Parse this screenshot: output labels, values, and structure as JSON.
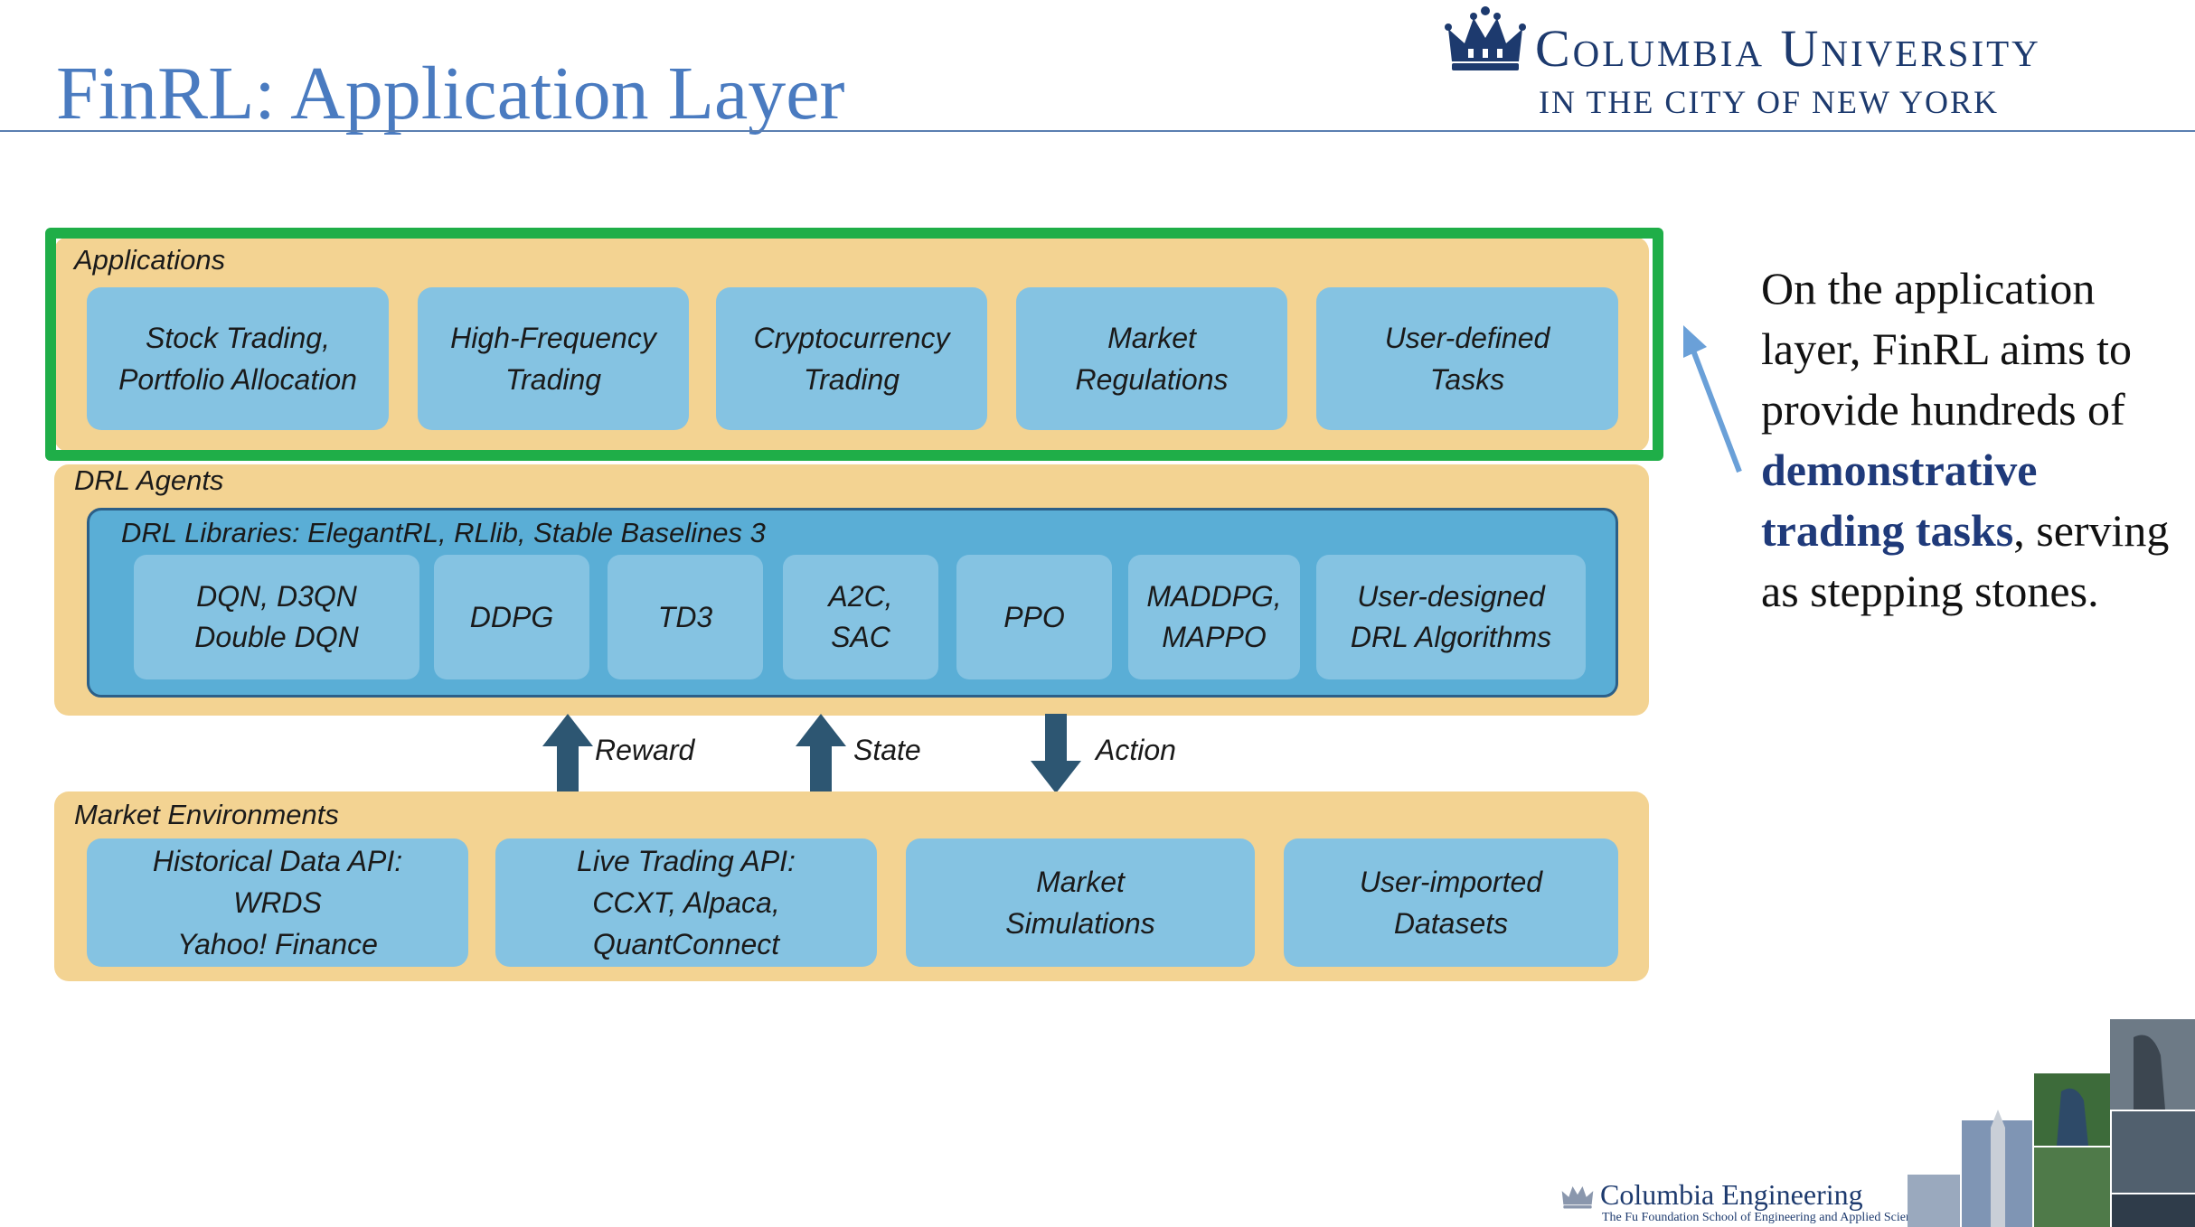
{
  "slide": {
    "title": "FinRL: Application Layer"
  },
  "logo": {
    "name": "Columbia University",
    "sub": "IN THE CITY OF NEW YORK"
  },
  "applications": {
    "label": "Applications",
    "items": [
      "Stock Trading,\nPortfolio Allocation",
      "High-Frequency\nTrading",
      "Cryptocurrency\nTrading",
      "Market\nRegulations",
      "User-defined\nTasks"
    ]
  },
  "agents": {
    "label": "DRL Agents",
    "libraries_label": "DRL Libraries: ElegantRL, RLlib, Stable Baselines 3",
    "algorithms": [
      "DQN, D3QN\nDouble DQN",
      "DDPG",
      "TD3",
      "A2C,\nSAC",
      "PPO",
      "MADDPG,\nMAPPO",
      "User-designed\nDRL Algorithms"
    ]
  },
  "signals": {
    "reward": "Reward",
    "state": "State",
    "action": "Action"
  },
  "environments": {
    "label": "Market Environments",
    "items": [
      "Historical Data API:\nWRDS\nYahoo! Finance",
      "Live Trading API:\nCCXT, Alpaca,\nQuantConnect",
      "Market\nSimulations",
      "User-imported\nDatasets"
    ]
  },
  "note": {
    "before": "On the application layer, FinRL aims to provide hundreds of ",
    "bold": "demonstrative trading tasks",
    "after": ", serving as stepping stones."
  },
  "footer": {
    "school": "Columbia Engineering",
    "school_sub": "The Fu Foundation School of Engineering and Applied Science"
  },
  "colors": {
    "title": "#4a7bc0",
    "panel": "#f3d392",
    "box": "#85c3e2",
    "library_box": "#5aaed6",
    "highlight": "#1fae48",
    "arrow": "#2d5672",
    "callout_arrow": "#6aa0d8",
    "note_emphasis": "#1f3a7a"
  }
}
